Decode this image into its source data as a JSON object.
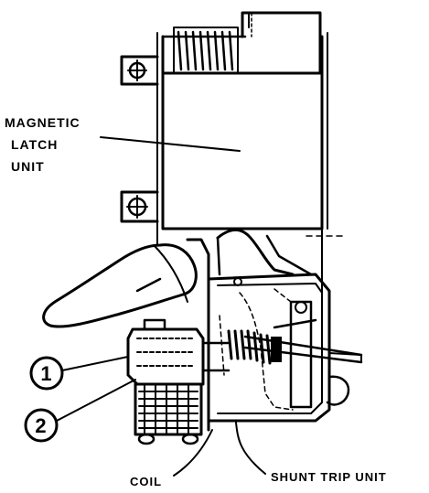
{
  "labels": {
    "magnetic_line1": "MAGNETIC",
    "magnetic_line2": "LATCH",
    "magnetic_line3": "UNIT",
    "callout_1": "1",
    "callout_2": "2",
    "coil": "COIL",
    "shunt_trip_unit": "SHUNT TRIP UNIT"
  },
  "colors": {
    "ink": "#000000",
    "paper": "#ffffff"
  }
}
